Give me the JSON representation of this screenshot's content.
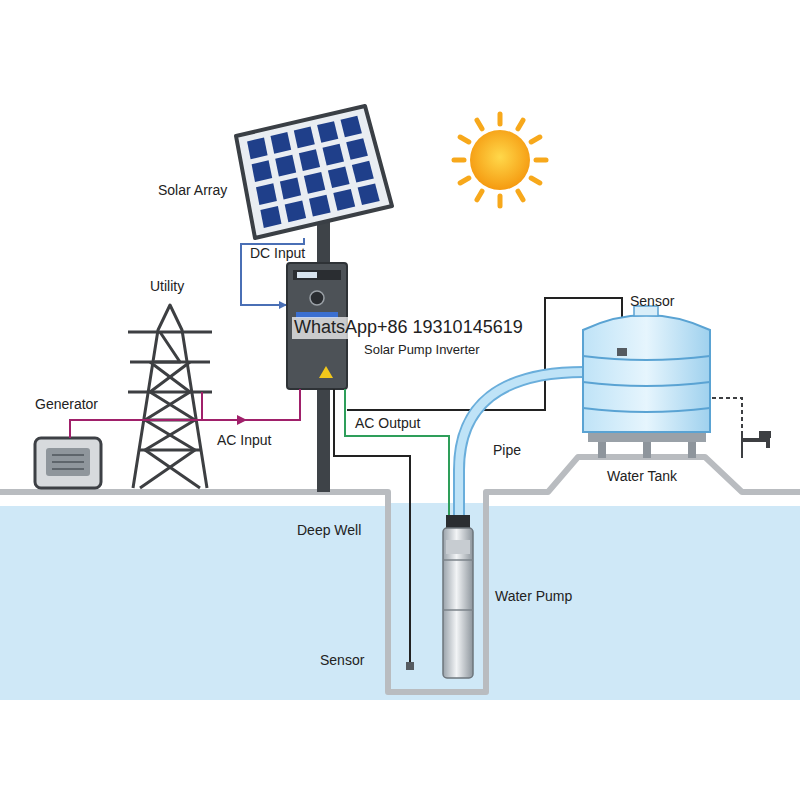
{
  "diagram": {
    "labels": [
      "Solar Array",
      "DC Input",
      "Utility",
      "Generator",
      "AC Input",
      "Sensor",
      "AC Output",
      "Pipe",
      "Water Tank",
      "Deep Well",
      "Water Pump",
      "Sensor",
      "Solar Pump Inverter",
      "WhatsApp+86 19310145619"
    ]
  }
}
